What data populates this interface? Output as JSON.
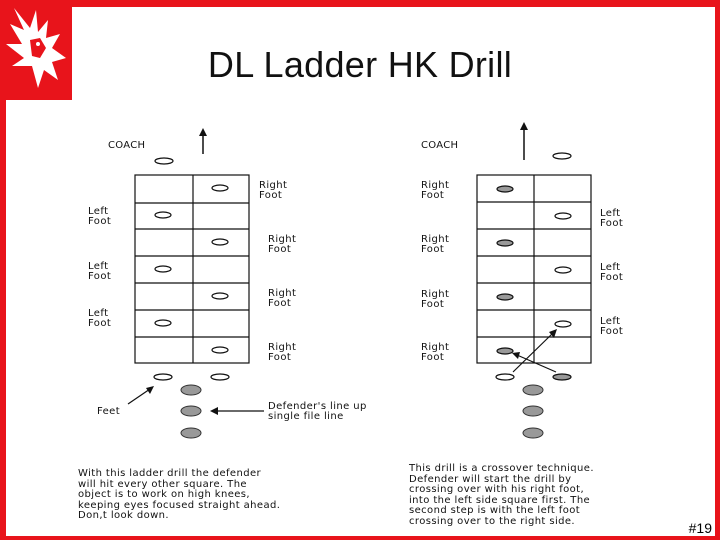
{
  "slide": {
    "title": "DL Ladder HK Drill",
    "page_number": "#19"
  },
  "colors": {
    "border": "#e8141b",
    "ink": "#111111",
    "shaded_marker": "#999999"
  },
  "logo": {
    "icon": "eagle-logo-icon"
  },
  "left_diagram": {
    "coach": "COACH",
    "labels": {
      "left_foot_1": [
        "Left",
        "Foot"
      ],
      "left_foot_2": [
        "Left",
        "Foot"
      ],
      "left_foot_3": [
        "Left",
        "Foot"
      ],
      "right_foot_1": [
        "Right",
        "Foot"
      ],
      "right_foot_2": [
        "Right",
        "Foot"
      ],
      "right_foot_3": [
        "Right",
        "Foot"
      ],
      "right_foot_4": [
        "Right",
        "Foot"
      ],
      "feet": "Feet",
      "defenders": [
        "Defender's line up",
        "single file line"
      ]
    },
    "description": [
      "With this ladder drill the defender",
      "will hit every other square.  The",
      "object is to work on high knees,",
      "keeping eyes focused straight ahead.",
      "Don,t look down."
    ]
  },
  "right_diagram": {
    "coach": "COACH",
    "labels": {
      "right_foot_1": [
        "Right",
        "Foot"
      ],
      "right_foot_2": [
        "Right",
        "Foot"
      ],
      "right_foot_3": [
        "Right",
        "Foot"
      ],
      "right_foot_4": [
        "Right",
        "Foot"
      ],
      "left_foot_1": [
        "Left",
        "Foot"
      ],
      "left_foot_2": [
        "Left",
        "Foot"
      ],
      "left_foot_3": [
        "Left",
        "Foot"
      ]
    },
    "description": [
      "This drill is a crossover technique.",
      "Defender will start the drill by",
      "crossing over with his right foot,",
      "into the left side square first.  The",
      "second step is with the left foot",
      "crossing over to the right side."
    ]
  }
}
